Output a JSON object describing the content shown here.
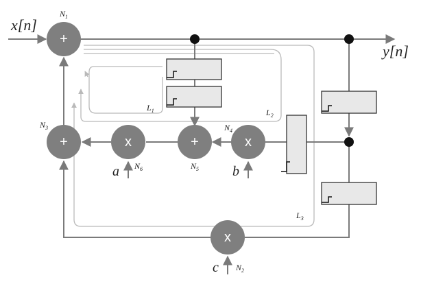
{
  "diagram": {
    "input_label": "x[n]",
    "output_label": "y[n]",
    "coefficients": {
      "a": "a",
      "b": "b",
      "c": "c"
    },
    "nodes": [
      {
        "id": "N1",
        "base": "N",
        "sub": "1",
        "op": "+"
      },
      {
        "id": "N2",
        "base": "N",
        "sub": "2",
        "op": "x"
      },
      {
        "id": "N3",
        "base": "N",
        "sub": "3",
        "op": "+"
      },
      {
        "id": "N4",
        "base": "N",
        "sub": "4",
        "op": "x"
      },
      {
        "id": "N5",
        "base": "N",
        "sub": "5",
        "op": "+"
      },
      {
        "id": "N6",
        "base": "N",
        "sub": "6",
        "op": "x"
      }
    ],
    "loops": [
      {
        "id": "L1",
        "base": "L",
        "sub": "1"
      },
      {
        "id": "L2",
        "base": "L",
        "sub": "2"
      },
      {
        "id": "L3",
        "base": "L",
        "sub": "3"
      }
    ]
  }
}
